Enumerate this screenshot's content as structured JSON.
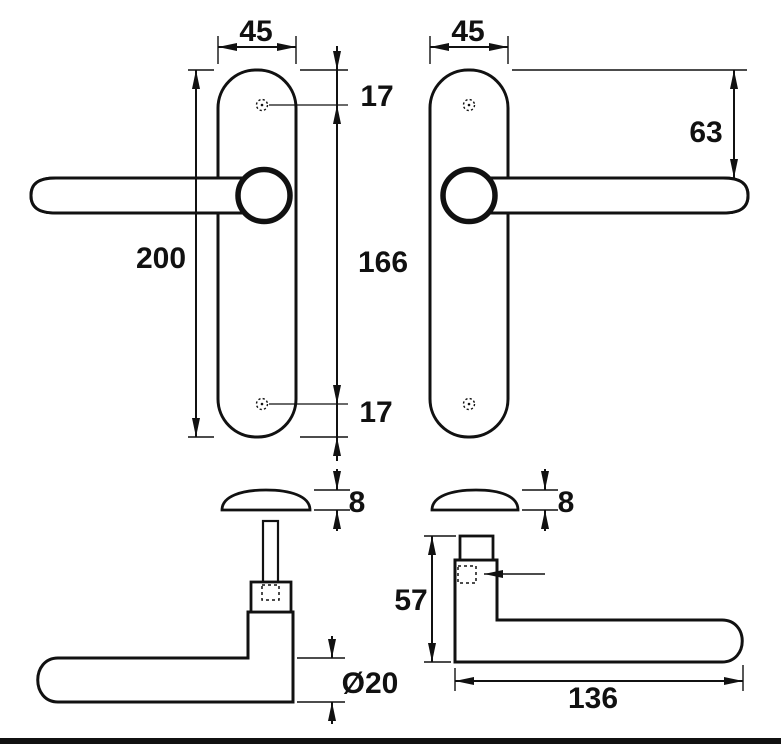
{
  "drawing": {
    "type": "technical-dimension-drawing",
    "subject": "door-handle-on-backplate",
    "colors": {
      "line": "#111111",
      "background": "#ffffff"
    }
  },
  "dims": {
    "left_plate_width": "45",
    "right_plate_width": "45",
    "top_hole_offset": "17",
    "bottom_hole_offset": "17",
    "hole_spacing": "166",
    "plate_height": "200",
    "handle_top_offset": "63",
    "left_plate_thickness": "8",
    "right_plate_thickness": "8",
    "grip_height": "57",
    "grip_diameter": "Ø20",
    "handle_length": "136"
  }
}
